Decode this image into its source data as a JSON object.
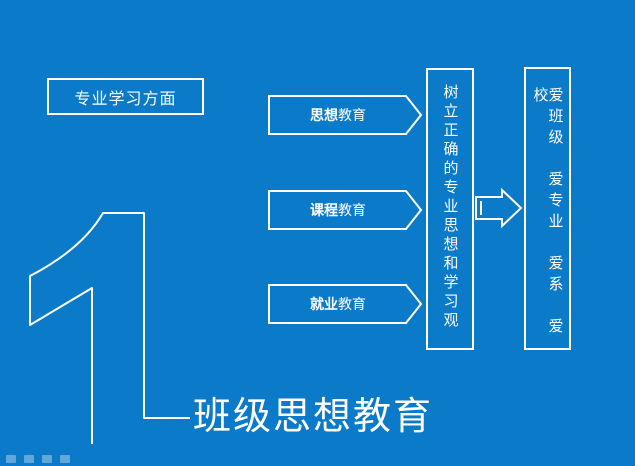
{
  "diagram": {
    "section_label": "专业学习方面",
    "branches": [
      {
        "bold": "思想",
        "rest": "教育"
      },
      {
        "bold": "课程",
        "rest": "教育"
      },
      {
        "bold": "就业",
        "rest": "教育"
      }
    ],
    "goal_text": "树立正确的专业思想和学习观",
    "outcome_text": "爱班级　爱专业　爱系　爱校",
    "big_number": "1",
    "main_title": "班级思想教育"
  },
  "icons": [
    "big-number-outline-icon",
    "hollow-right-arrow-icon"
  ],
  "colors": {
    "background": "#0a7ac9",
    "foreground": "#ffffff"
  }
}
